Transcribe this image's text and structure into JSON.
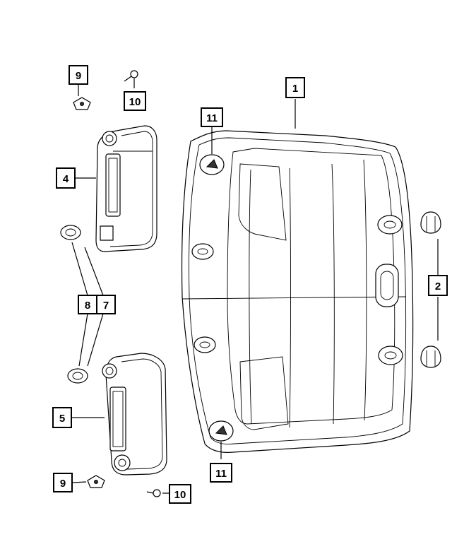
{
  "diagram": {
    "callouts": [
      {
        "id": "c1",
        "label": "1"
      },
      {
        "id": "c2",
        "label": "2"
      },
      {
        "id": "c4",
        "label": "4"
      },
      {
        "id": "c5",
        "label": "5"
      },
      {
        "id": "c7",
        "label": "7"
      },
      {
        "id": "c8",
        "label": "8"
      },
      {
        "id": "c9a",
        "label": "9"
      },
      {
        "id": "c9b",
        "label": "9"
      },
      {
        "id": "c10a",
        "label": "10"
      },
      {
        "id": "c10b",
        "label": "10"
      },
      {
        "id": "c11a",
        "label": "11"
      },
      {
        "id": "c11b",
        "label": "11"
      }
    ]
  }
}
